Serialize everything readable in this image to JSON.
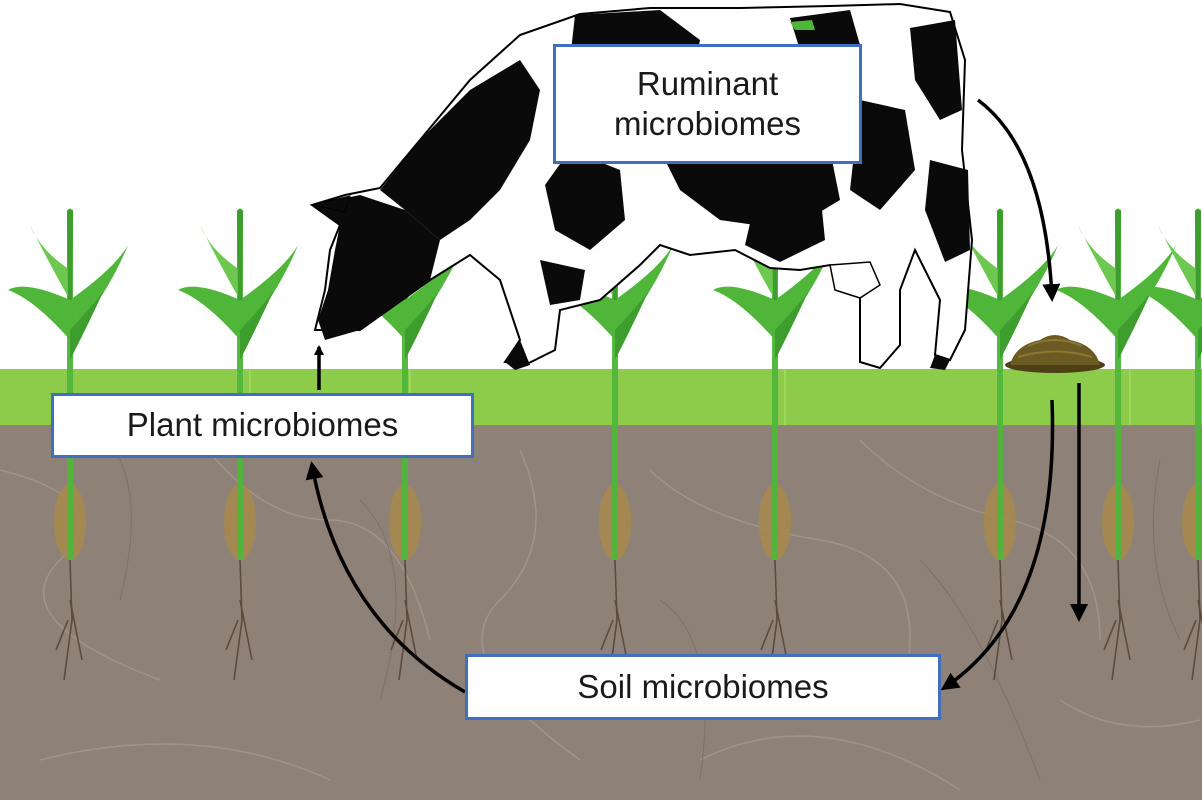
{
  "labels": {
    "ruminant_line1": "Ruminant",
    "ruminant_line2": "microbiomes",
    "plant": "Plant microbiomes",
    "soil": "Soil microbiomes"
  },
  "colors": {
    "grass": "#8ccc4a",
    "soil": "#8e8278",
    "box_border": "#3f6fbe",
    "arrow": "#000000",
    "plant_leaf": "#4fb63a",
    "root_bulb": "#a8894a",
    "manure": "#6b5a22"
  },
  "icons": [
    "cow-illustration",
    "corn-plant-icon",
    "manure-pile-icon",
    "cycle-arrow"
  ]
}
